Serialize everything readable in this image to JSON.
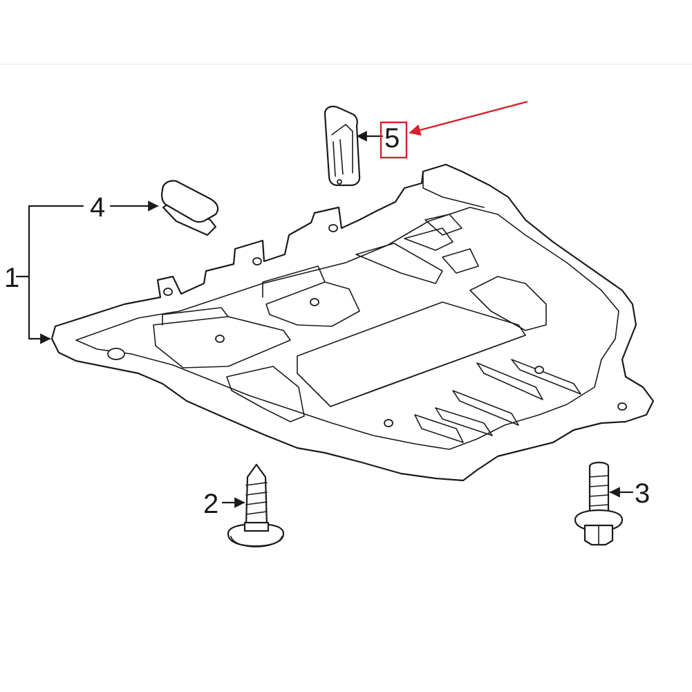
{
  "diagram": {
    "callouts": [
      {
        "id": "1",
        "label": "1"
      },
      {
        "id": "2",
        "label": "2"
      },
      {
        "id": "3",
        "label": "3"
      },
      {
        "id": "4",
        "label": "4"
      },
      {
        "id": "5",
        "label": "5"
      }
    ],
    "highlight": {
      "target": "5",
      "color": "#d6202a"
    },
    "line_color": "#1a1a1a",
    "background": "#ffffff"
  }
}
